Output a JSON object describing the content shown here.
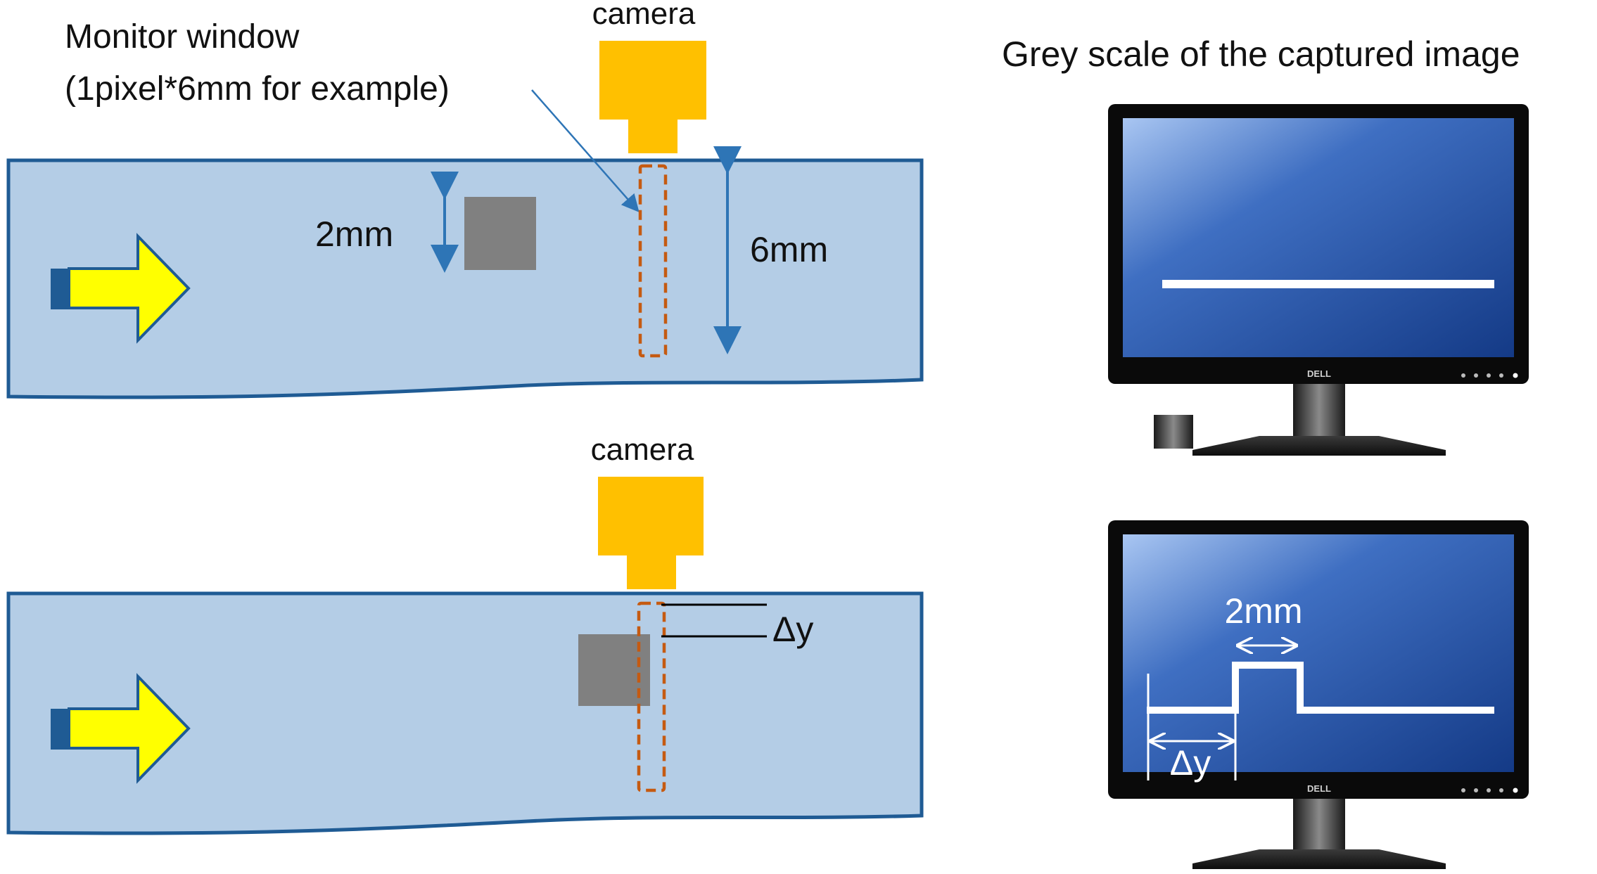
{
  "labels": {
    "camera_top": "camera",
    "camera_bottom": "camera",
    "monitor_window_line1": "Monitor window",
    "monitor_window_line2": "(1pixel*6mm for example)",
    "object_size": "2mm",
    "window_height": "6mm",
    "delta_y_left": "Δy",
    "right_title": "Grey scale of the captured image",
    "monitor_bottom_width": "2mm",
    "monitor_bottom_delta": "Δy",
    "brand_top": "DELL",
    "brand_bottom": "DELL"
  },
  "colors": {
    "belt_fill": "#b4cde6",
    "belt_stroke": "#1f5b94",
    "camera": "#ffc000",
    "window_dash": "#c55a11",
    "object": "#808080",
    "arrow_fill": "#ffff00",
    "arrow_stroke": "#1f5b94",
    "measure_arrow": "#2e75b6",
    "screen": "#1f4fa0",
    "signal": "#ffffff"
  }
}
